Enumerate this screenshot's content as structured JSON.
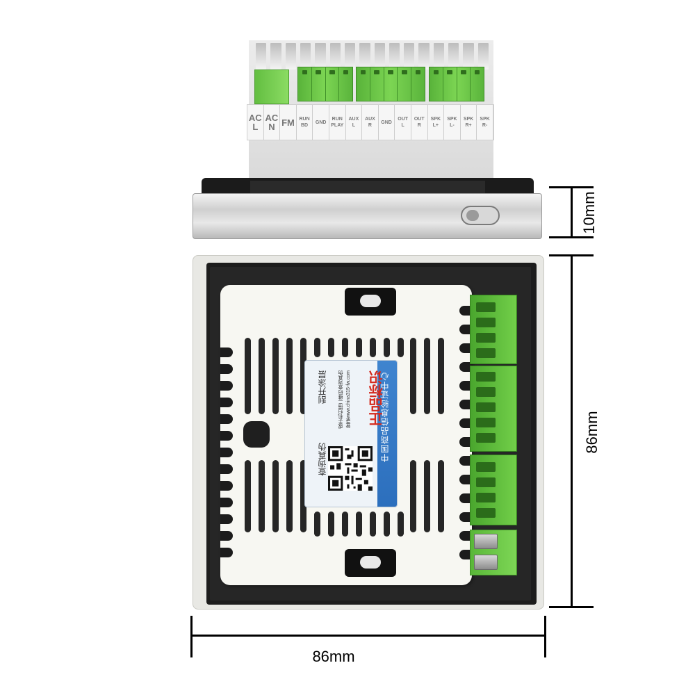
{
  "terminal_labels": [
    {
      "text": "AC\nL",
      "big": true
    },
    {
      "text": "AC\nN",
      "big": true
    },
    {
      "text": "FM",
      "big": true
    },
    {
      "text": "RUN\nBD"
    },
    {
      "text": "GND"
    },
    {
      "text": "RUN\nPLAY"
    },
    {
      "text": "AUX\nL"
    },
    {
      "text": "AUX\nR"
    },
    {
      "text": "GND"
    },
    {
      "text": "OUT\nL"
    },
    {
      "text": "OUT\nR"
    },
    {
      "text": "SPK\nL+"
    },
    {
      "text": "SPK\nL-"
    },
    {
      "text": "SPK\nR+"
    },
    {
      "text": "SPK\nR-"
    }
  ],
  "dimensions": {
    "thickness": "10mm",
    "height": "86mm",
    "width": "86mm"
  },
  "sticker": {
    "brand": "正品标识",
    "center_name": "中国商品信息验证中心",
    "line1": "登录www.china315-fw.com",
    "line2": "或手机扫描二维码查询真伪",
    "scratch": "刮开涂层",
    "query": "查询真伪"
  },
  "colors": {
    "terminal_green": "#5fbf3d",
    "sticker_blue": "#2f74c4",
    "brand_red": "#d42a1e"
  }
}
